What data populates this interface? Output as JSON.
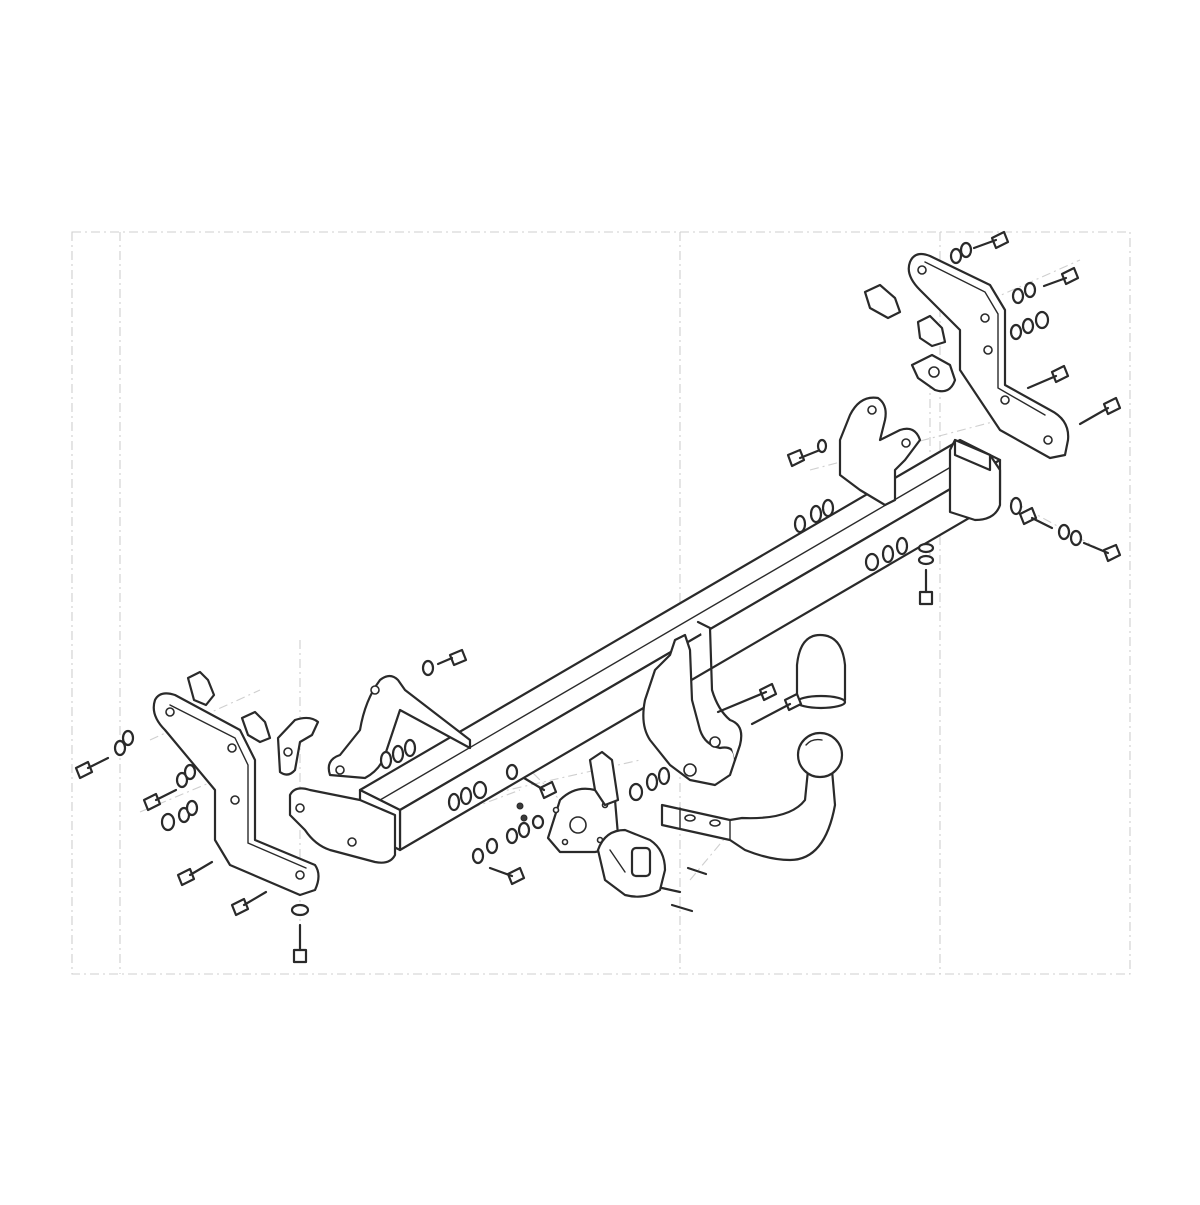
{
  "figure": {
    "subject": "tow-bar-assembly-exploded-view",
    "background": "#ffffff",
    "line_color": "#2a2a2a",
    "guide_color": "#cfcfcf"
  },
  "parts": {
    "cross_beam": "tube-beam",
    "left_bracket": "mounting-plate",
    "right_bracket": "mounting-plate",
    "tow_ball": "ball-neck",
    "ball_cap": "cap",
    "socket": "electrical-socket",
    "socket_plate": "socket-bracket"
  }
}
